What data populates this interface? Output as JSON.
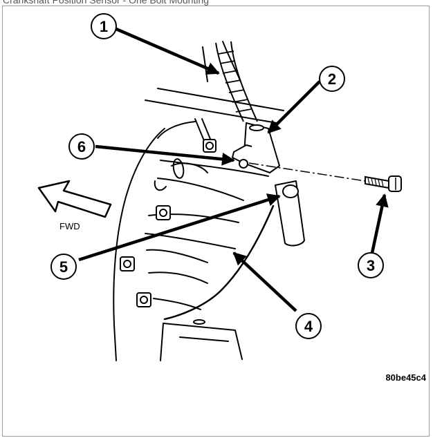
{
  "page": {
    "title": "Crankshaft Position Sensor - One Bolt Mounting"
  },
  "diagram": {
    "direction_label": "FWD",
    "figure_code": "80be45c4",
    "callouts": [
      "1",
      "2",
      "3",
      "4",
      "5",
      "6"
    ]
  }
}
